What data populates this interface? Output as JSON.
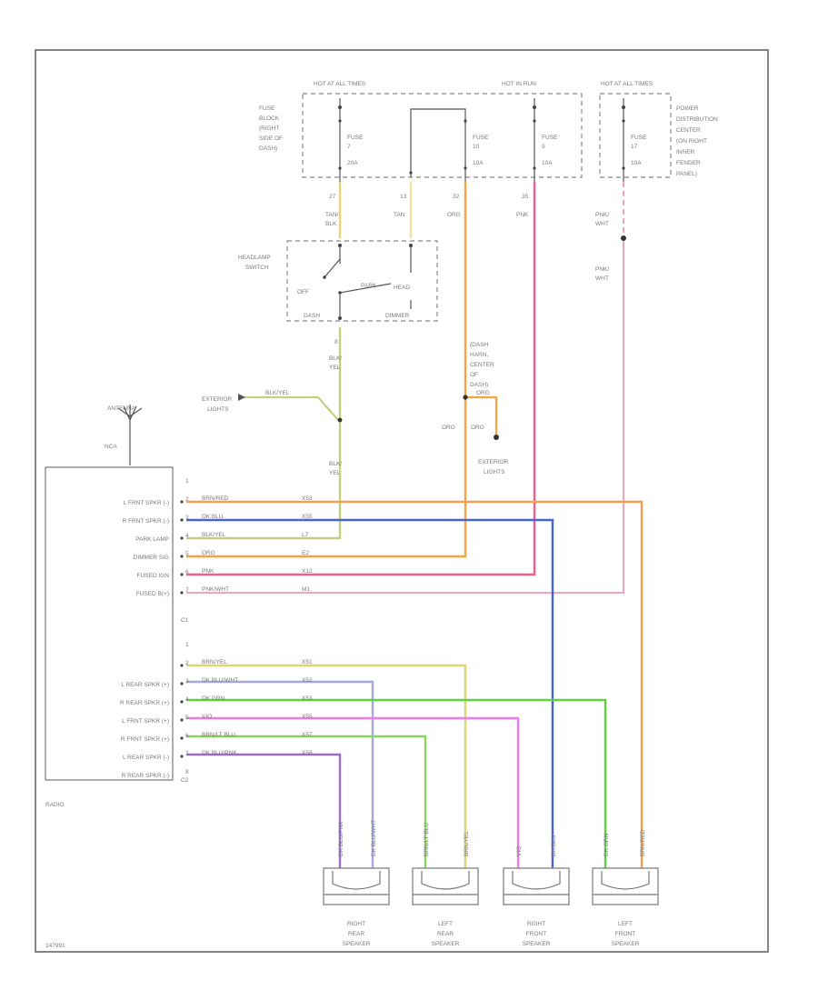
{
  "fuse_block_left": {
    "hot_label": "HOT AT ALL TIMES",
    "location_lines": [
      "FUSE",
      "BLOCK",
      "(RIGHT",
      "SIDE OF",
      "DASH)"
    ]
  },
  "hot_in_run": "HOT IN RUN",
  "fuses": [
    {
      "lines": [
        "FUSE",
        "7",
        "20A"
      ]
    },
    {
      "lines": [
        "FUSE",
        "10",
        "10A"
      ]
    },
    {
      "lines": [
        "FUSE",
        "9",
        "10A"
      ]
    },
    {
      "lines": [
        "FUSE",
        "17",
        "10A"
      ]
    }
  ],
  "pdc": {
    "hot_label": "HOT AT ALL TIMES",
    "location_lines": [
      "POWER",
      "DISTRIBUTION",
      "CENTER",
      "(ON RIGHT",
      "INNER",
      "FENDER",
      "PANEL)"
    ]
  },
  "top_wires": [
    {
      "circuit": "27",
      "color_lines": [
        "TAN/",
        "BLK"
      ]
    },
    {
      "circuit": "13",
      "color_lines": [
        "TAN"
      ]
    },
    {
      "circuit": "32",
      "color_lines": [
        "ORG"
      ]
    },
    {
      "circuit": "35",
      "color_lines": [
        "PNK"
      ]
    }
  ],
  "pdc_wire_labels": [
    "PNK/",
    "WHT",
    "PNK/",
    "WHT"
  ],
  "headlamp_switch": {
    "label_lines": [
      "HEADLAMP",
      "SWITCH"
    ],
    "off": "OFF",
    "park": "PARK",
    "head": "HEAD",
    "dash": "DASH",
    "dimmer": "DIMMER"
  },
  "blk_yel_top": {
    "circuit": "8",
    "color_lines": [
      "BLK/",
      "YEL"
    ]
  },
  "blk_yel_bottom": [
    "BLK/",
    "YEL"
  ],
  "exterior_lights_left": {
    "lines": [
      "EXTERIOR",
      "LIGHTS"
    ],
    "wire": "BLK/YEL"
  },
  "dash_splice": {
    "lines": [
      "(DASH",
      "HARN,",
      "CENTER",
      "OF",
      "DASH)"
    ],
    "wire": "ORG"
  },
  "org_pair": [
    "ORG",
    "ORG"
  ],
  "exterior_lights_right": [
    "EXTERIOR",
    "LIGHTS"
  ],
  "antenna": {
    "label": "ANTENNA",
    "wire": "NCA"
  },
  "radio": {
    "name": "RADIO",
    "c1": "C1",
    "c2": "C2",
    "c1_pins": [
      {
        "num": "1",
        "label": "",
        "wire": "",
        "circ": ""
      },
      {
        "num": "2",
        "label": "L FRNT SPKR (-)",
        "wire": "BRN/RED",
        "circ": "X53",
        "color": "#f4a050"
      },
      {
        "num": "3",
        "label": "R FRNT SPKR (-)",
        "wire": "DK BLU",
        "circ": "X55",
        "color": "#4a62d8"
      },
      {
        "num": "4",
        "label": "PARK LAMP",
        "wire": "BLK/YEL",
        "circ": "L7",
        "color": "#c8cd80"
      },
      {
        "num": "5",
        "label": "DIMMER SIG",
        "wire": "ORG",
        "circ": "E2",
        "color": "#f6a23e"
      },
      {
        "num": "6",
        "label": "FUSED IGN",
        "wire": "PNK",
        "circ": "X12",
        "color": "#ef5f8a"
      },
      {
        "num": "7",
        "label": "FUSED B(+)",
        "wire": "PNK/WHT",
        "circ": "M1",
        "color": "#f2a3bd"
      }
    ],
    "c2_pins": [
      {
        "num": "1",
        "label": "",
        "wire": "",
        "circ": ""
      },
      {
        "num": "2",
        "label": "",
        "wire": "BRN/YEL",
        "circ": "X51",
        "color": "#dfd470"
      },
      {
        "num": "3",
        "label": "L REAR SPKR (+)",
        "wire": "DK BLU/WHT",
        "circ": "X52",
        "color": "#a6a8e6"
      },
      {
        "num": "4",
        "label": "R REAR SPKR (+)",
        "wire": "DK GRN",
        "circ": "X53",
        "color": "#5cd23e"
      },
      {
        "num": "5",
        "label": "L FRNT SPKR (+)",
        "wire": "VIO",
        "circ": "X55",
        "color": "#f078f0"
      },
      {
        "num": "6",
        "label": "R FRNT SPKR (+)",
        "wire": "BRN/LT BLU",
        "circ": "X57",
        "color": "#8cd25e"
      },
      {
        "num": "7",
        "label": "L REAR SPKR (-)",
        "wire": "DK BLU/PNK",
        "circ": "X58",
        "color": "#9a6ad6"
      },
      {
        "num": "8",
        "label": "R REAR SPKR (-)",
        "wire": "",
        "circ": ""
      }
    ]
  },
  "speakers": [
    {
      "label_lines": [
        "RIGHT",
        "REAR",
        "SPEAKER"
      ],
      "wire_left": "DK BLU/PNK",
      "wire_right": "DK BLU/WHT"
    },
    {
      "label_lines": [
        "LEFT",
        "REAR",
        "SPEAKER"
      ],
      "wire_left": "BRN/LT BLU",
      "wire_right": "BRN/YEL"
    },
    {
      "label_lines": [
        "RIGHT",
        "FRONT",
        "SPEAKER"
      ],
      "wire_left": "VIO",
      "wire_right": "DK BLU"
    },
    {
      "label_lines": [
        "LEFT",
        "FRONT",
        "SPEAKER"
      ],
      "wire_left": "DK GRN",
      "wire_right": "BRN/RED"
    }
  ],
  "figure_id": "147991"
}
